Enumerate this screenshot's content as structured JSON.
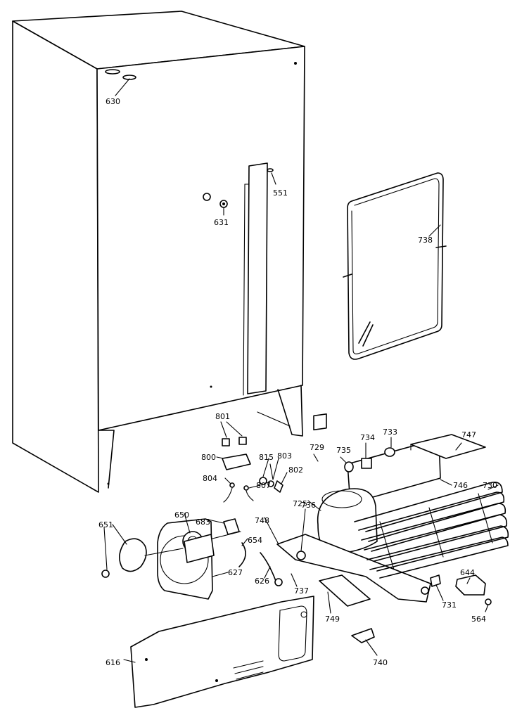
{
  "diagram": {
    "callouts": [
      "630",
      "551",
      "631",
      "738",
      "801",
      "800",
      "815",
      "803",
      "802",
      "804",
      "807",
      "729",
      "735",
      "734",
      "733",
      "747",
      "746",
      "730",
      "725",
      "748",
      "736",
      "683",
      "650",
      "651",
      "654",
      "627",
      "626",
      "737",
      "749",
      "731",
      "644",
      "564",
      "616",
      "740"
    ]
  }
}
